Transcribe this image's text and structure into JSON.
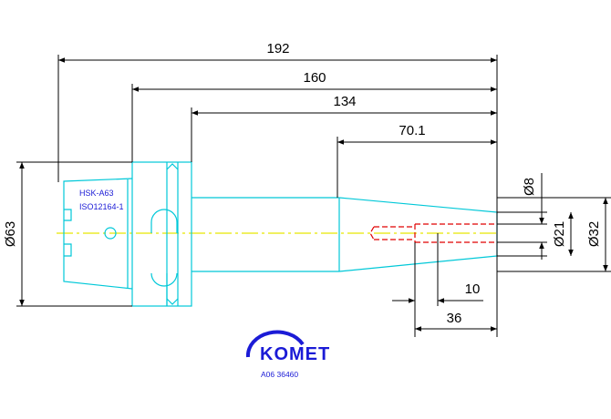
{
  "colors": {
    "outline": "#00c8d8",
    "centerline": "#e8e800",
    "dimension": "#000000",
    "hidden_bore": "#e00000",
    "brand": "#1b1bd6"
  },
  "dimensions": {
    "total_length": "192",
    "gauge_length": "160",
    "body_length": "134",
    "taper_length": "70.1",
    "bore_depth": "36",
    "thread_depth": "10",
    "flange_diameter": "Ø63",
    "tip_small_diameter": "Ø8",
    "bore_diameter": "Ø21",
    "tip_diameter": "Ø32"
  },
  "shank_labels": {
    "interface": "HSK-A63",
    "standard": "ISO12164-1"
  },
  "logo": {
    "brand": "KOMET",
    "part_number": "A06 36460"
  }
}
